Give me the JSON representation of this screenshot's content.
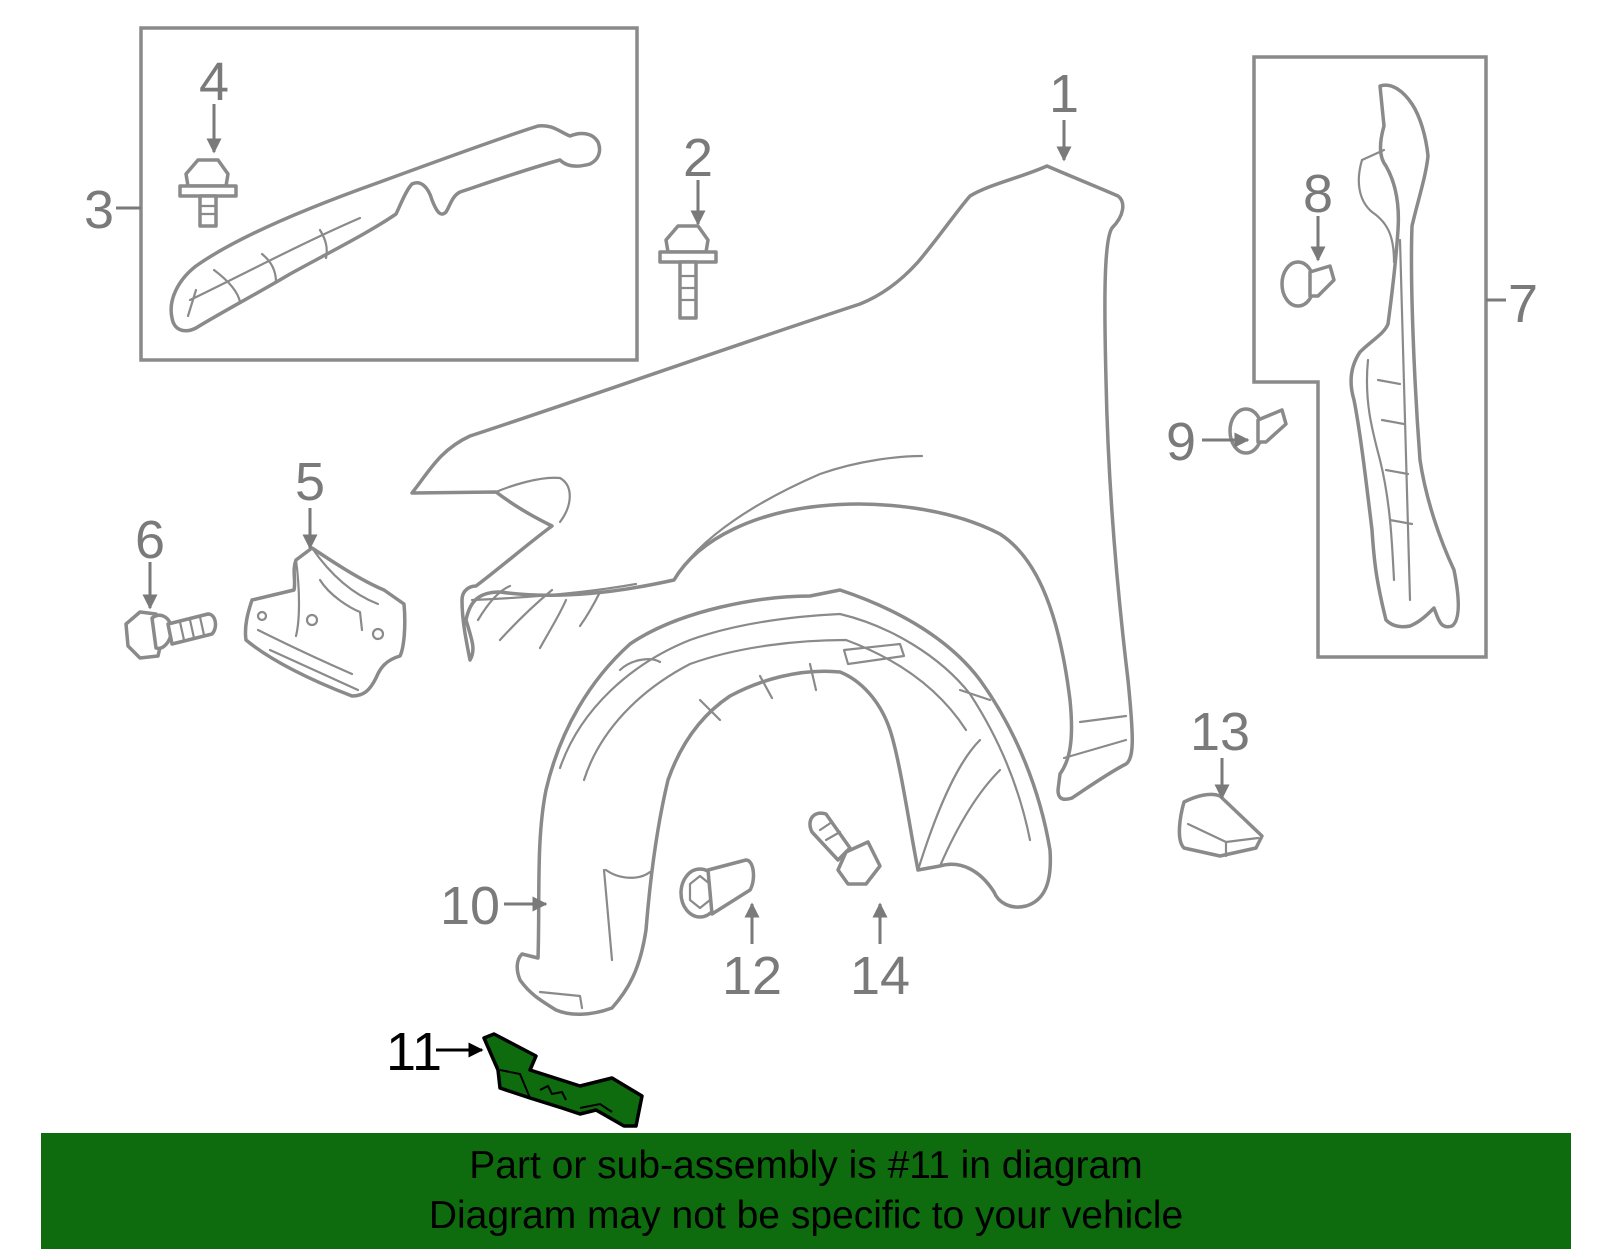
{
  "diagram": {
    "highlight_color": "#0e6b0e",
    "labels": {
      "l1": "1",
      "l2": "2",
      "l3": "3",
      "l4": "4",
      "l5": "5",
      "l6": "6",
      "l7": "7",
      "l8": "8",
      "l9": "9",
      "l10": "10",
      "l11": "11",
      "l12": "12",
      "l13": "13",
      "l14": "14"
    }
  },
  "banner": {
    "line1": "Part or sub-assembly is #11 in diagram",
    "line2": "Diagram may not be specific to your vehicle"
  }
}
